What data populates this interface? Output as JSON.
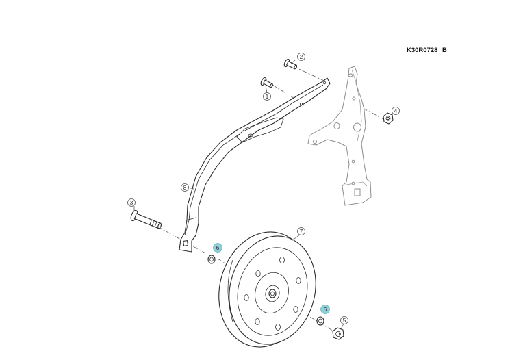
{
  "drawing": {
    "code": "K30R0728",
    "revision": "B"
  },
  "callouts": [
    {
      "id": "callout-1",
      "label": "1",
      "highlighted": false
    },
    {
      "id": "callout-2",
      "label": "2",
      "highlighted": false
    },
    {
      "id": "callout-3",
      "label": "3",
      "highlighted": false
    },
    {
      "id": "callout-4",
      "label": "4",
      "highlighted": false
    },
    {
      "id": "callout-5",
      "label": "5",
      "highlighted": false
    },
    {
      "id": "callout-6a",
      "label": "6",
      "highlighted": true
    },
    {
      "id": "callout-6b",
      "label": "6",
      "highlighted": true
    },
    {
      "id": "callout-7",
      "label": "7",
      "highlighted": false
    },
    {
      "id": "callout-8",
      "label": "8",
      "highlighted": false
    }
  ],
  "colors": {
    "highlight": "#8fd0d8",
    "line": "#2a2a2a",
    "ghost_line": "#8c8c8c"
  },
  "icons": [
    "bolt-icon",
    "nut-icon",
    "washer-icon",
    "wheel-icon",
    "arm-icon",
    "bracket-icon"
  ]
}
